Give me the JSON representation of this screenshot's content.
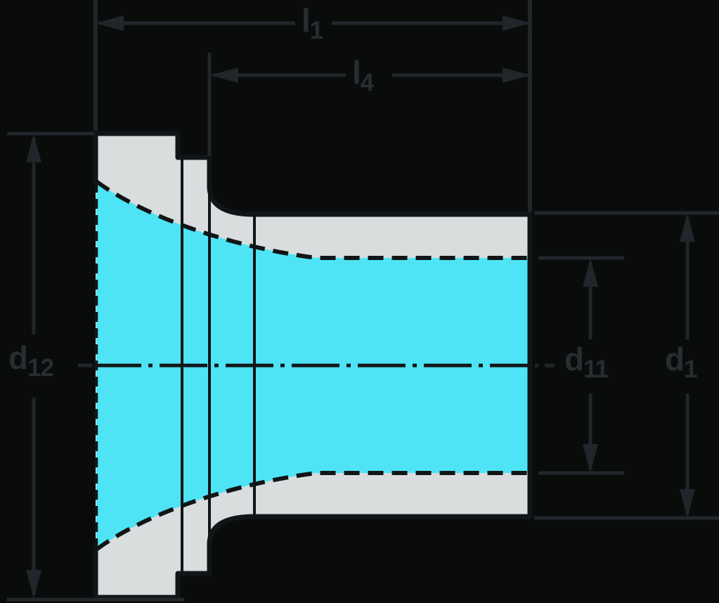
{
  "drawing": {
    "kind": "technical-dimension-drawing",
    "subject": "tool-holder / collet chuck cross-section with tapered bore"
  },
  "labels": {
    "l1": {
      "main": "l",
      "sub": "1"
    },
    "l4": {
      "main": "l",
      "sub": "4"
    },
    "d12": {
      "main": "d",
      "sub": "12"
    },
    "d11": {
      "main": "d",
      "sub": "11"
    },
    "d1": {
      "main": "d",
      "sub": "1"
    }
  },
  "colors": {
    "background": "#0a0c0c",
    "body_fill": "#d9dddd",
    "bore_fill": "#4ee4f5",
    "outline": "#111517",
    "dim_line": "#20262a",
    "label": "#272d31"
  }
}
